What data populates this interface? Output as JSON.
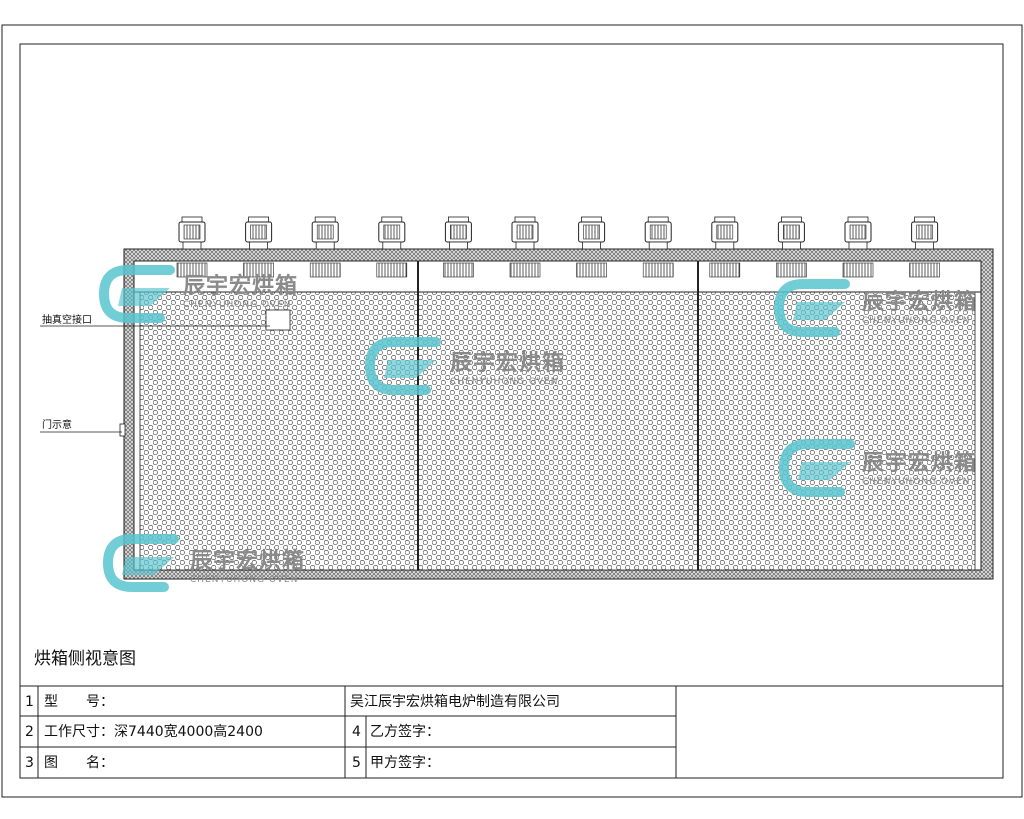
{
  "diagram": {
    "caption": "烘箱侧视意图",
    "labels": {
      "vacuum_port": "抽真空接口",
      "door": "门示意"
    },
    "fan_count": 12,
    "colors": {
      "line": "#222222",
      "watermark_teal": "#59c6cf",
      "watermark_grey": "#8a8a8a"
    }
  },
  "watermark": {
    "name_cn": "辰宇宏烘箱",
    "name_en": "CHENYUHONG OVEN"
  },
  "title_block": {
    "row1": {
      "num": "1",
      "label": "型　　号：",
      "company": "吴江辰宇宏烘箱电炉制造有限公司"
    },
    "row2": {
      "num": "2",
      "label": "工作尺寸：深7440宽4000高2400",
      "num_b": "4",
      "label_b": "乙方签字："
    },
    "row3": {
      "num": "3",
      "label": "图　　名：",
      "num_b": "5",
      "label_b": "甲方签字："
    }
  }
}
